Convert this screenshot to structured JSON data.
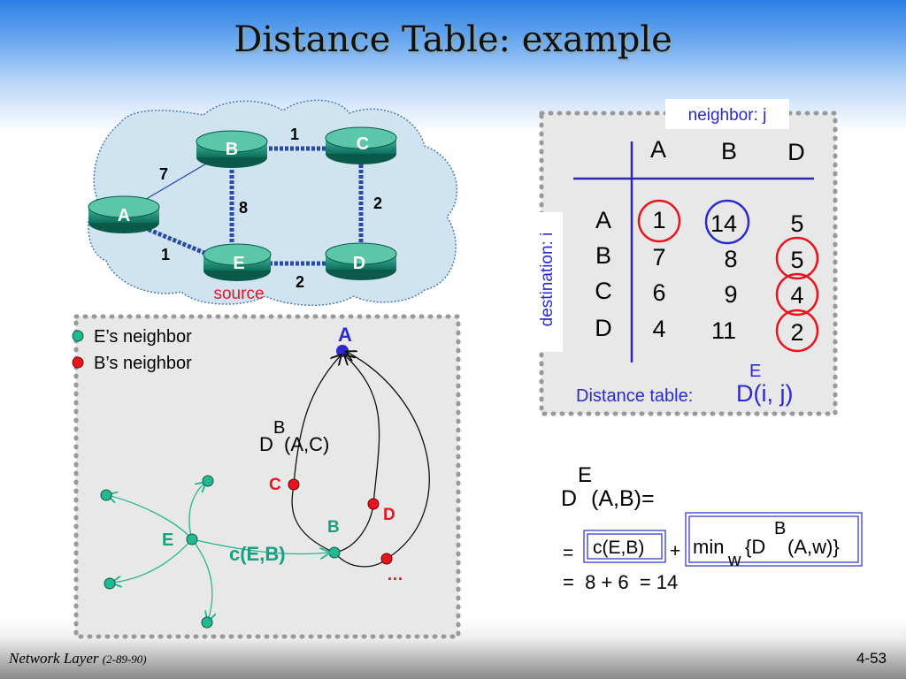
{
  "slide": {
    "title": "Distance Table: example",
    "footer": {
      "left": "Network Layer",
      "left_small": "(2-89-90)",
      "right": "4-53"
    }
  },
  "network": {
    "nodes": [
      "A",
      "B",
      "C",
      "D",
      "E"
    ],
    "link_costs": {
      "A-B": "7",
      "B-C": "1",
      "B-E": "8",
      "C-D": "2",
      "A-E": "1",
      "E-D": "2"
    },
    "source_label": "source"
  },
  "table": {
    "neighbor_label": "neighbor: j",
    "destination_label": "destination: i",
    "columns": [
      "A",
      "B",
      "D"
    ],
    "rows": [
      {
        "dest": "A",
        "values": [
          "1",
          "14",
          "5"
        ]
      },
      {
        "dest": "B",
        "values": [
          "7",
          "8",
          "5"
        ]
      },
      {
        "dest": "C",
        "values": [
          "6",
          "9",
          "4"
        ]
      },
      {
        "dest": "D",
        "values": [
          "4",
          "11",
          "2"
        ]
      }
    ],
    "caption": "Distance table:",
    "caption_D": "D(i, j)",
    "caption_sup": "E"
  },
  "legend": {
    "e_neighbor": "E’s neighbor",
    "b_neighbor": "B’s neighbor",
    "colors": {
      "e_neighbor": "#22b890",
      "b_neighbor": "#e8141e"
    }
  },
  "path_diagram": {
    "dest": "A",
    "dbac_D": "D",
    "dbac_sup": "B",
    "dbac_rest": "(A,C)",
    "c": "C",
    "d": "D",
    "b": "B",
    "e": "E",
    "ellipsis": "…",
    "ceb": "c(E,B)"
  },
  "formula": {
    "line1_D": "D",
    "line1_sup": "E",
    "line1_rest": "(A,B)=",
    "eq": "=",
    "ceb": "c(E,B)",
    "plus": "+",
    "min": "min",
    "min_sub": "w",
    "brace_open": "{D",
    "brace_sup": "B",
    "brace_rest": "(A,w)}",
    "line3": "=  8 + 6  = 14"
  }
}
